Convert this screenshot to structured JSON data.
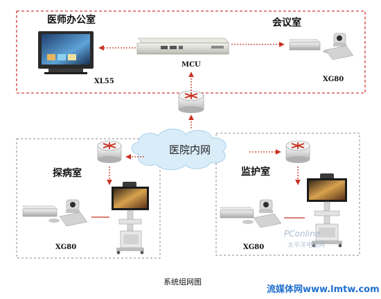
{
  "rooms": {
    "doctor_office": "医师办公室",
    "meeting_room": "会议室",
    "ward_visit": "探病室",
    "monitoring": "监护室"
  },
  "network": {
    "label": "医院内网"
  },
  "devices": {
    "mcu": "MCU",
    "xl55": "XL55",
    "xg80_meeting": "XG80",
    "xg80_ward": "XG80",
    "xg80_monitor": "XG80"
  },
  "caption": "系统组网图",
  "branding": {
    "site": "流媒体网www.lmtw.com"
  },
  "watermark": {
    "text": "PConline",
    "sub": "太平洋电脑网"
  },
  "colors": {
    "dashed_border": "#d23a3a",
    "gray_border": "#8a8a8a",
    "arrow": "#c8301f",
    "cloud": "#d9edf9",
    "brand": "#1f6fd0"
  }
}
